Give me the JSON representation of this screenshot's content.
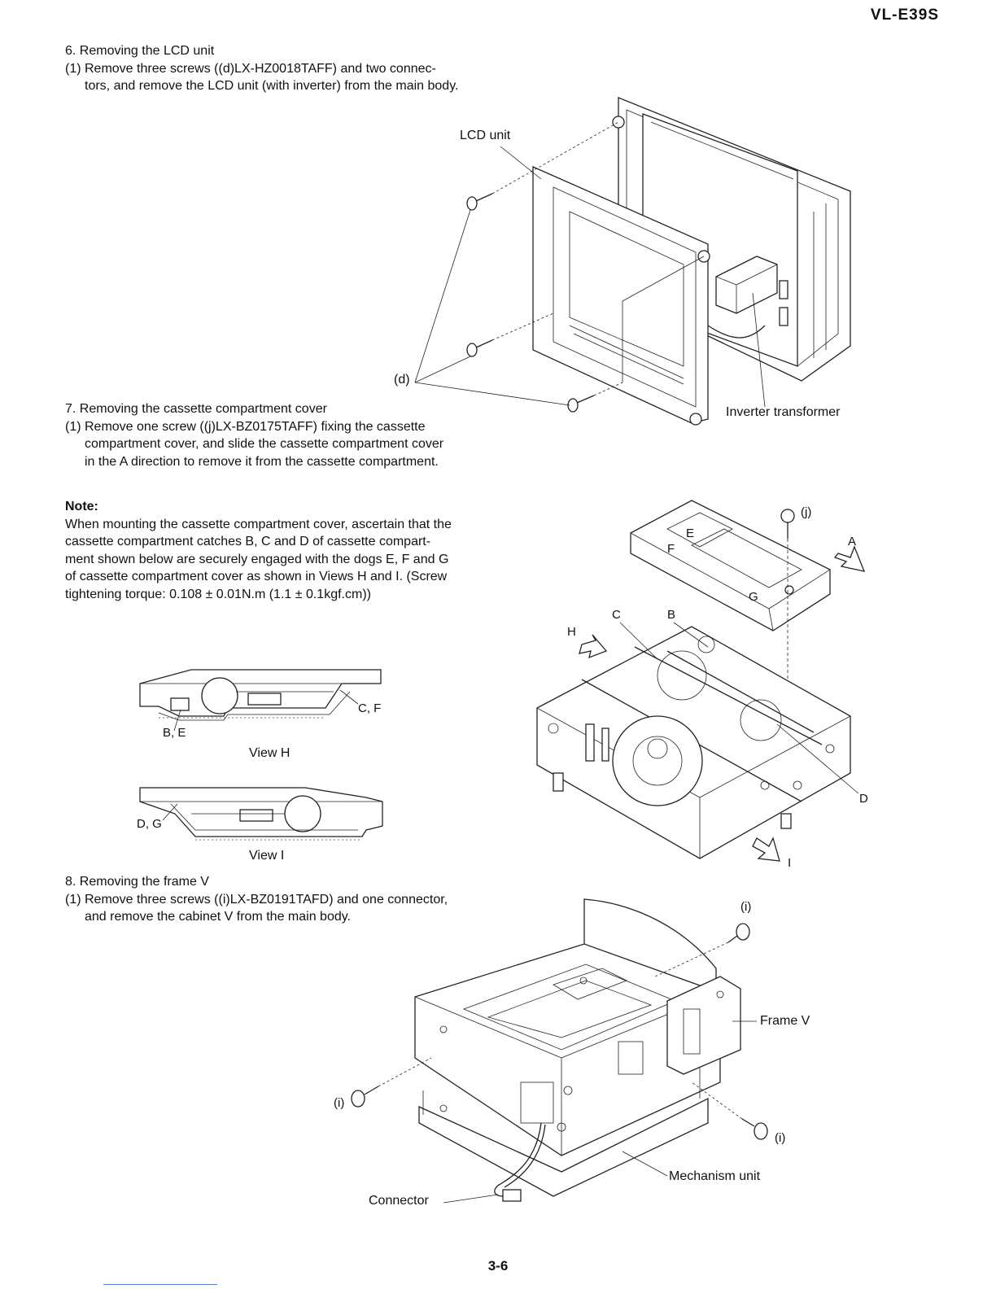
{
  "header": {
    "model": "VL-E39S"
  },
  "section6": {
    "title": "6. Removing the LCD unit",
    "step1_line1": "(1) Remove three screws ((d)LX-HZ0018TAFF) and two connec-",
    "step1_line2": "tors, and remove the LCD unit (with inverter) from the main body.",
    "labels": {
      "lcd_unit": "LCD unit",
      "screw_d": "(d)",
      "inverter": "Inverter transformer"
    }
  },
  "section7": {
    "title": "7. Removing the cassette compartment cover",
    "step1_line1": "(1) Remove one screw ((j)LX-BZ0175TAFF) fixing the cassette",
    "step1_line2": "compartment cover, and slide the cassette compartment cover",
    "step1_line3": "in the A direction to remove it from the cassette compartment.",
    "note_title": "Note:",
    "note_lines": [
      "When mounting the cassette compartment cover, ascertain that the",
      "cassette compartment catches B, C and D of cassette compart-",
      "ment shown below are securely engaged with the dogs E, F and G",
      "of cassette compartment cover as shown in Views H and I. (Screw",
      "tightening torque: 0.108 ± 0.01N.m (1.1 ± 0.1kgf.cm))"
    ],
    "labels": {
      "j": "(j)",
      "A": "A",
      "E": "E",
      "F": "F",
      "G": "G",
      "C": "C",
      "B": "B",
      "H": "H",
      "D": "D",
      "I": "I",
      "be": "B, E",
      "cf": "C, F",
      "dg": "D, G",
      "view_h": "View H",
      "view_i": "View I"
    }
  },
  "section8": {
    "title": "8. Removing the frame V",
    "step1_line1": "(1) Remove three screws ((i)LX-BZ0191TAFD) and one connector,",
    "step1_line2": "and remove the cabinet V from the main body.",
    "labels": {
      "i": "(i)",
      "frame_v": "Frame V",
      "mechanism": "Mechanism unit",
      "connector": "Connector"
    }
  },
  "footer": {
    "page": "3-6"
  }
}
